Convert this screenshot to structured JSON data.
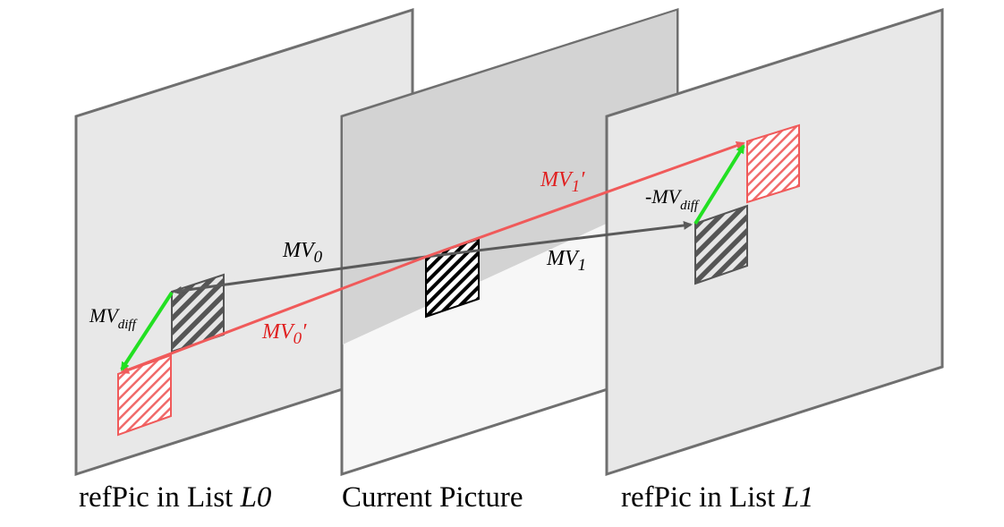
{
  "frames": {
    "left": {
      "caption_prefix": "refPic in List ",
      "caption_list": "L0"
    },
    "center": {
      "caption": "Current Picture"
    },
    "right": {
      "caption_prefix": "refPic in List ",
      "caption_list": "L1"
    }
  },
  "vectors": {
    "mv0": {
      "base": "MV",
      "sub": "0"
    },
    "mv1": {
      "base": "MV",
      "sub": "1"
    },
    "mv0_refined": {
      "base": "MV",
      "sub": "0",
      "suffix": "′"
    },
    "mv1_refined": {
      "base": "MV",
      "sub": "1",
      "suffix": "′"
    },
    "mv_diff": {
      "base": "MV",
      "sub": "diff"
    },
    "neg_mv_diff": {
      "prefix": "-",
      "base": "MV",
      "sub": "diff"
    }
  },
  "colors": {
    "frame_fill": "#e8e8e8",
    "frame_stroke": "#6f6f6f",
    "current_upper": "#d3d3d3",
    "current_lower": "#f7f7f7",
    "original_mv": "#5a5a5a",
    "refined_mv": "#f05a5a",
    "diff_mv": "#22e022",
    "refined_label": "#e02020"
  }
}
